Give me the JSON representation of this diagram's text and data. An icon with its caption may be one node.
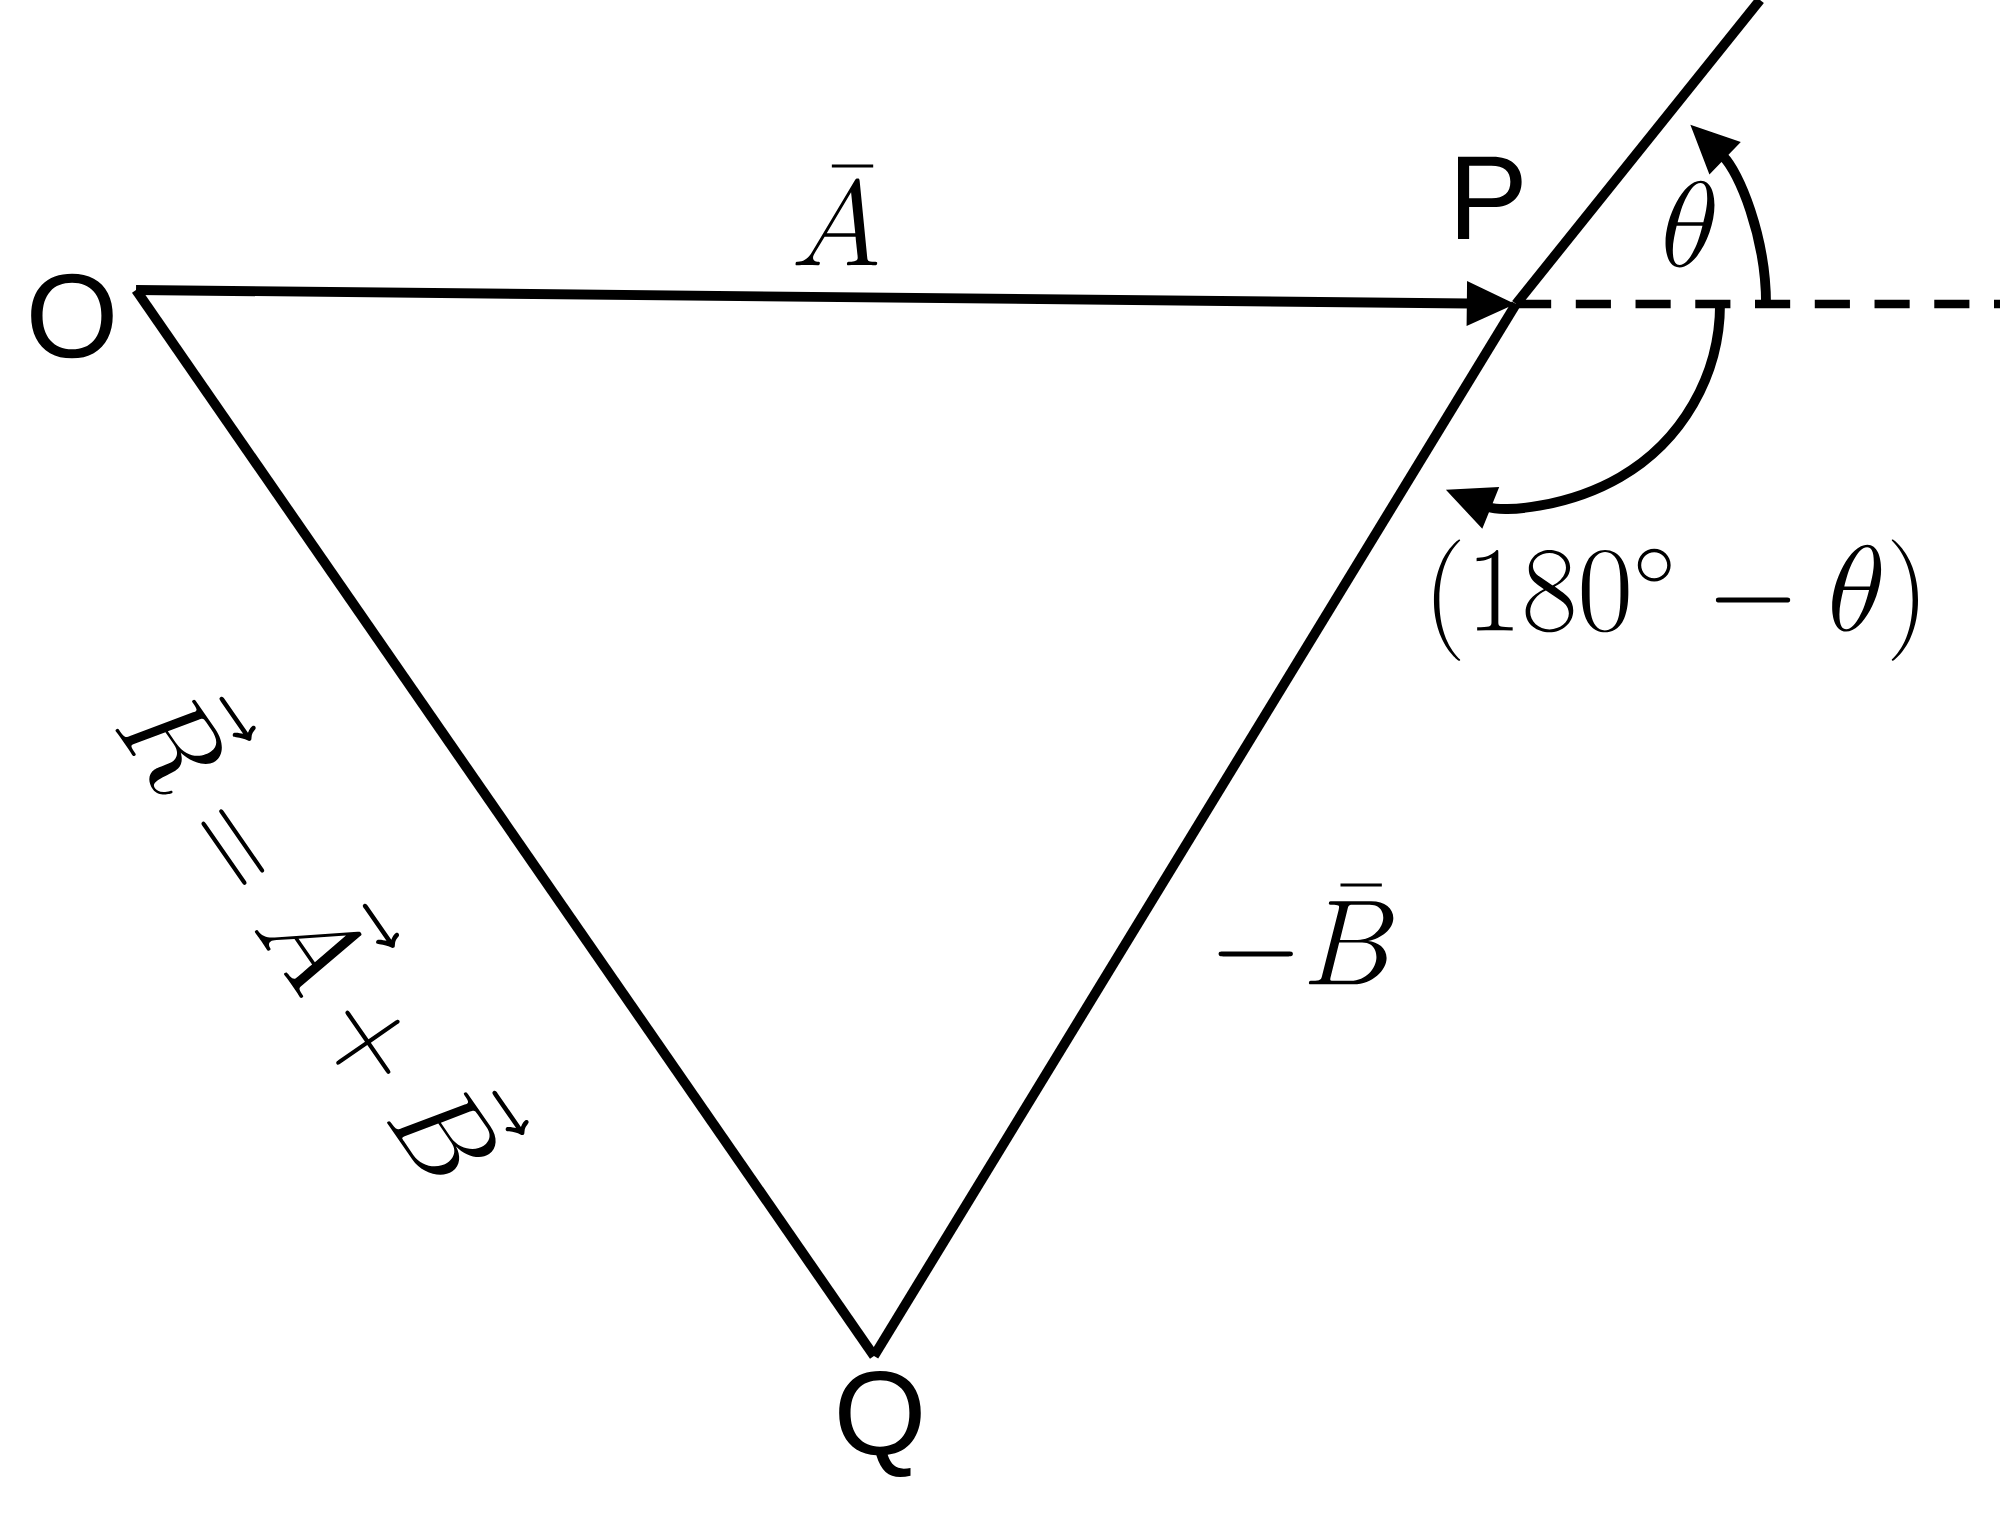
{
  "diagram": {
    "nodes": [
      {
        "text": [
          "O"
        ]
      },
      {
        "text": [
          "P"
        ]
      },
      {
        "text": [
          "Q"
        ]
      }
    ],
    "edges": [
      {
        "from": 0,
        "to": 1,
        "arrow": "to",
        "label": "\\bar{A}"
      },
      {
        "from": 2,
        "to": 1,
        "arrow": "none",
        "label": "-\\bar{B}"
      },
      {
        "from": 0,
        "to": 2,
        "arrow": "none",
        "label": "\\vec{R}=\\vec{A}+\\vec{B}"
      }
    ],
    "labels": [
      "\\theta",
      "(180^{\\circ}-\\theta)"
    ]
  }
}
